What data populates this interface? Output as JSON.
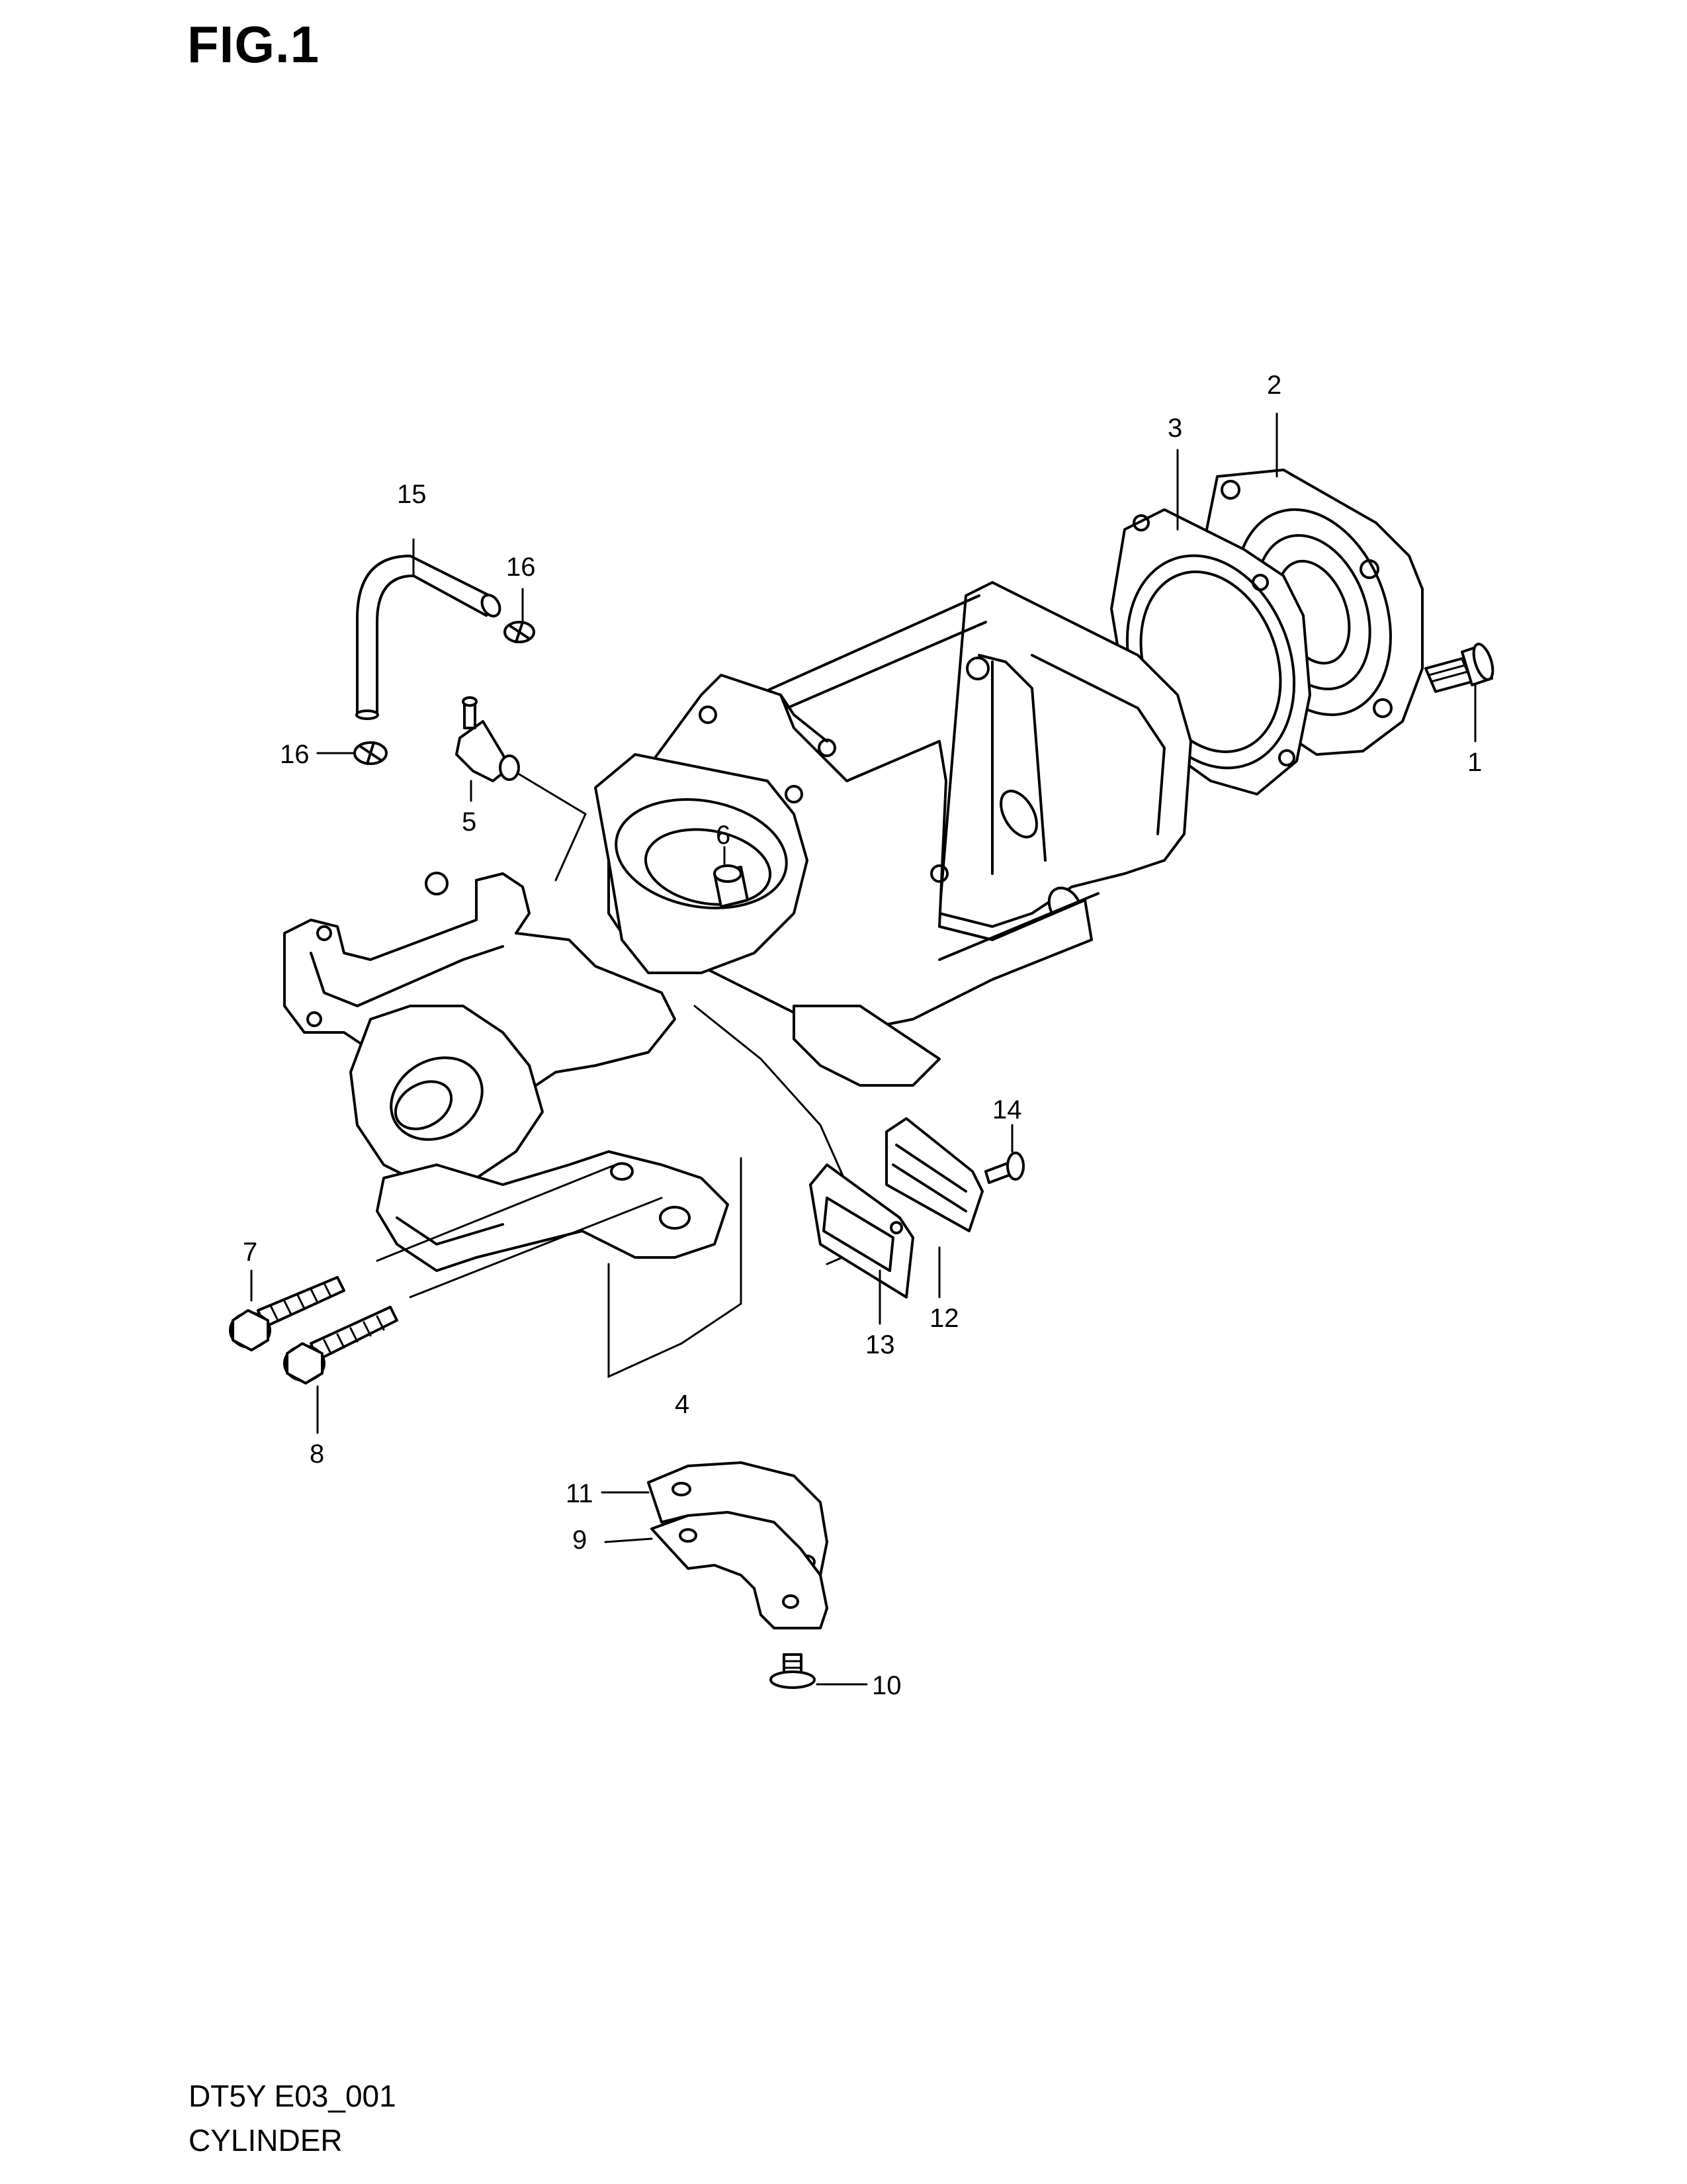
{
  "figure": {
    "title": "FIG.1",
    "code": "DT5Y E03_001",
    "name": "CYLINDER"
  },
  "callouts": [
    {
      "label": "1"
    },
    {
      "label": "2"
    },
    {
      "label": "3"
    },
    {
      "label": "4"
    },
    {
      "label": "5"
    },
    {
      "label": "6"
    },
    {
      "label": "7"
    },
    {
      "label": "8"
    },
    {
      "label": "9"
    },
    {
      "label": "10"
    },
    {
      "label": "11"
    },
    {
      "label": "12"
    },
    {
      "label": "13"
    },
    {
      "label": "14"
    },
    {
      "label": "15"
    },
    {
      "label": "16"
    },
    {
      "label": "16"
    }
  ]
}
